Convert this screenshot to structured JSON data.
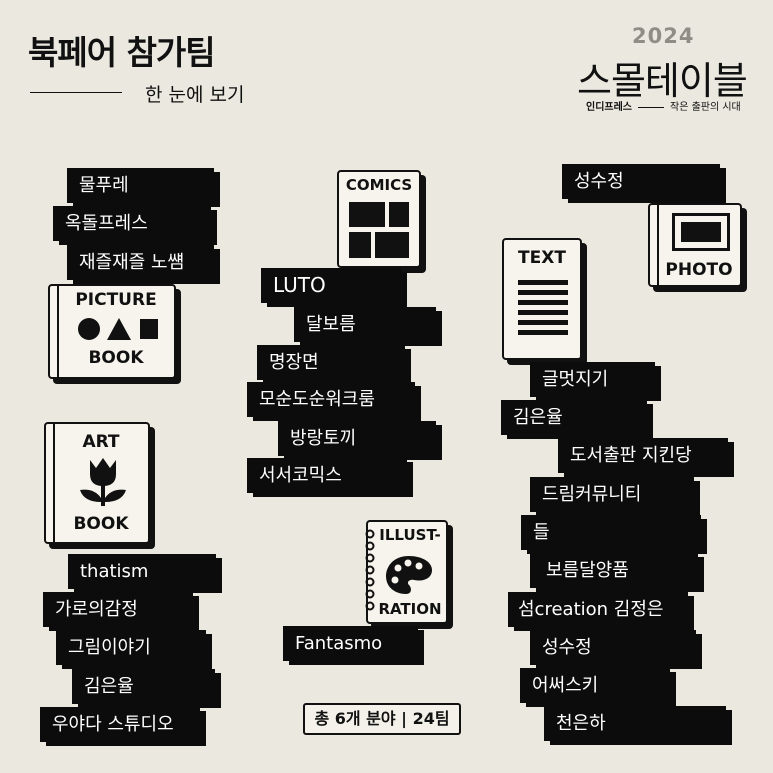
{
  "header": {
    "title": "북페어 참가팀",
    "subtitle": "한 눈에 보기"
  },
  "brand": {
    "year": "2024",
    "name": "스몰테이블",
    "org": "인디프레스",
    "tagline": "작은 출판의 시대"
  },
  "categories": {
    "picture_book": {
      "label_top": "PICTURE",
      "label_bottom": "BOOK",
      "icon": "circle-triangle-square-icon",
      "teams": [
        "물푸레",
        "옥돌프레스",
        "재즐재즐 노썜"
      ]
    },
    "art_book": {
      "label_top": "ART",
      "label_bottom": "BOOK",
      "icon": "tulip-icon",
      "teams": [
        "thatism",
        "가로의감정",
        "그림이야기",
        "김은율",
        "우야다 스튜디오"
      ]
    },
    "comics": {
      "label": "COMICS",
      "icon": "comic-panels-icon",
      "teams": [
        "LUTO",
        "달보름",
        "명장면",
        "모순도순워크룸",
        "방랑토끼",
        "서서코믹스"
      ]
    },
    "illustration": {
      "label_top": "ILLUST-",
      "label_bottom": "RATION",
      "icon": "palette-icon",
      "teams": [
        "Fantasmo"
      ]
    },
    "photo": {
      "label": "PHOTO",
      "icon": "photo-frame-icon",
      "teams": [
        "성수정"
      ]
    },
    "text": {
      "label": "TEXT",
      "icon": "text-lines-icon",
      "teams": [
        "글멋지기",
        "김은율",
        "도서출판 지킨당",
        "드림커뮤니티",
        "들",
        "보름달양품",
        "섬creation 김정은",
        "성수정",
        "어써스키",
        "천은하"
      ]
    }
  },
  "summary": "총 6개 분야 | 24팀"
}
